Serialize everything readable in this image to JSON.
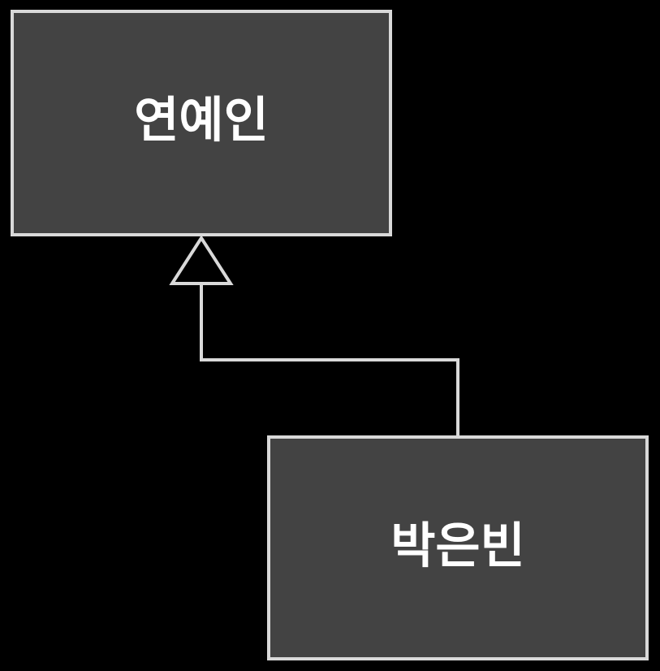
{
  "diagram": {
    "type": "uml-class-inheritance",
    "parent": {
      "label": "연예인"
    },
    "child": {
      "label": "박은빈"
    },
    "relation": "generalization",
    "colors": {
      "background": "#000000",
      "box_fill": "#434343",
      "stroke": "#d9d9d9",
      "text": "#ffffff"
    }
  }
}
